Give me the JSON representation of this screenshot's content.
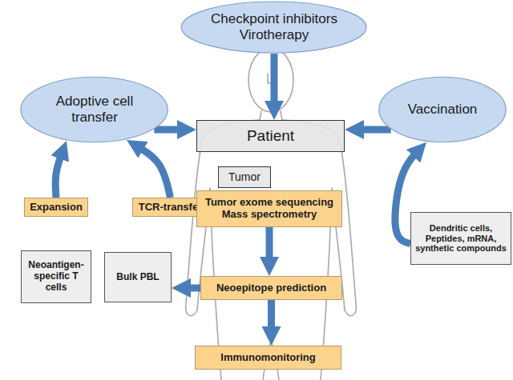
{
  "diagram": {
    "nodes": [
      {
        "text": [
          "Checkpoint inhibitors Virotherapy"
        ]
      },
      {
        "text": [
          "Adoptive cell transfer"
        ]
      },
      {
        "text": [
          "Patient"
        ]
      },
      {
        "text": [
          "Vaccination"
        ]
      },
      {
        "text": [
          "Tumor"
        ]
      },
      {
        "text": [
          "Expansion"
        ]
      },
      {
        "text": [
          "TCR-transfer"
        ]
      },
      {
        "text": [
          "Tumor exome sequencing Mass spectrometry"
        ]
      },
      {
        "text": [
          "Neoantigen-specific T cells"
        ]
      },
      {
        "text": [
          "Bulk PBL"
        ]
      },
      {
        "text": [
          "Dendritic cells, Peptides, mRNA, synthetic compounds"
        ]
      },
      {
        "text": [
          "Neoepitope prediction"
        ]
      },
      {
        "text": [
          "Immunomonitoring"
        ]
      }
    ],
    "edges": [
      {
        "from": 0,
        "to": 2,
        "arrow": "to"
      },
      {
        "from": 1,
        "to": 2,
        "arrow": "to"
      },
      {
        "from": 3,
        "to": 2,
        "arrow": "to"
      },
      {
        "from": 7,
        "to": 11,
        "arrow": "to"
      },
      {
        "from": 11,
        "to": 9,
        "arrow": "to"
      },
      {
        "from": 11,
        "to": 12,
        "arrow": "to"
      },
      {
        "from": 5,
        "to": 1,
        "arrow": "to"
      },
      {
        "from": 6,
        "to": 1,
        "arrow": "to"
      },
      {
        "from": 10,
        "to": 3,
        "arrow": "to"
      }
    ]
  }
}
